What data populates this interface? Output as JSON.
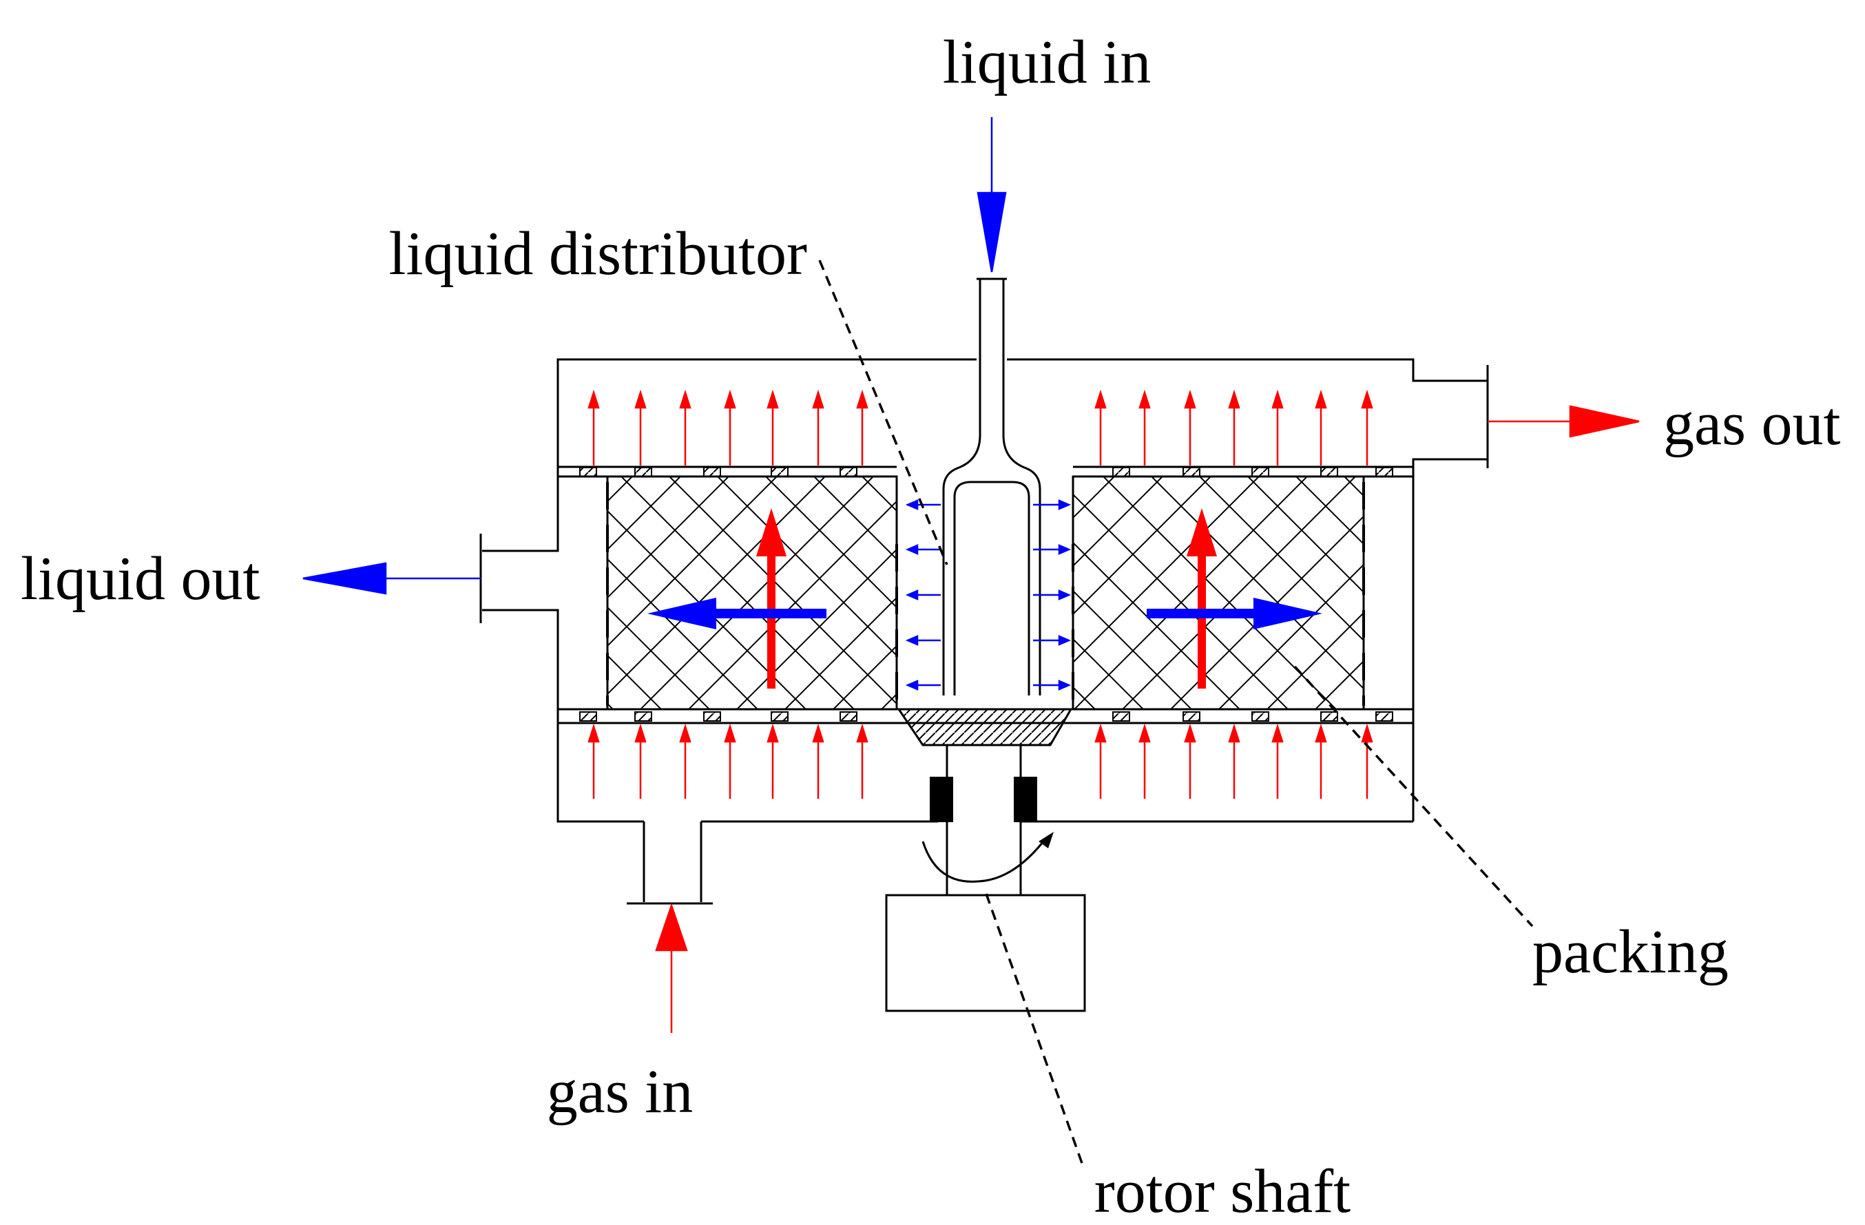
{
  "labels": {
    "liquid_in": "liquid in",
    "liquid_distributor": "liquid distributor",
    "gas_out": "gas out",
    "liquid_out": "liquid out",
    "packing": "packing",
    "gas_in": "gas in",
    "rotor_shaft": "rotor shaft"
  },
  "colors": {
    "gas_flow": "#ff0000",
    "liquid_flow": "#0000ff",
    "outline": "#000000"
  }
}
